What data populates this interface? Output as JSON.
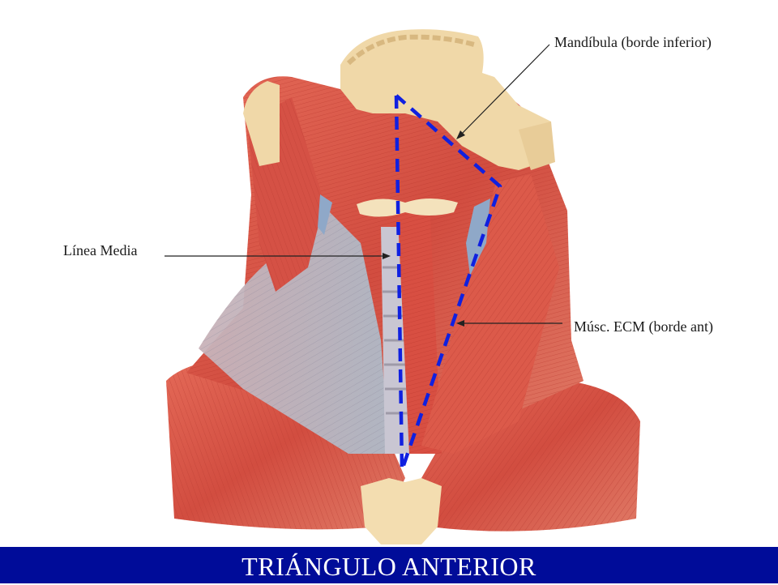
{
  "labels": {
    "mandible": "Mandíbula (borde inferior)",
    "midline": "Línea Media",
    "scm": "Músc. ECM (borde ant)"
  },
  "title": "TRIÁNGULO ANTERIOR",
  "colors": {
    "title_bar": "#000c99",
    "title_text": "#ffffff",
    "triangle_outline": "#1020e0",
    "muscle": "#d9584a",
    "bone": "#f0d8a8"
  }
}
